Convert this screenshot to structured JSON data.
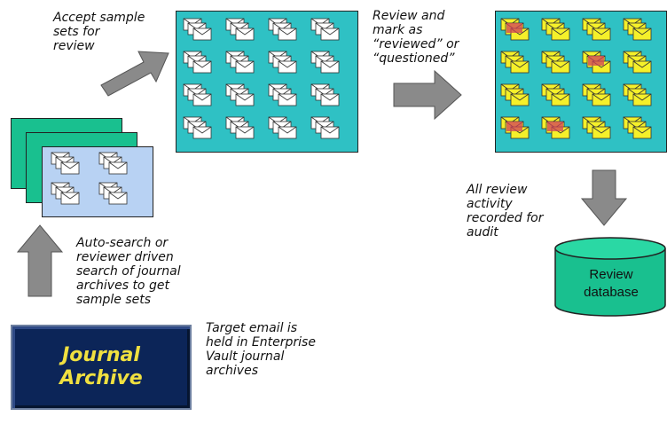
{
  "notes": {
    "accept": "Accept sample\nsets for\nreview",
    "review": "Review and\nmark as\n“reviewed” or\n“questioned”",
    "recorded": "All review\nactivity\nrecorded for\naudit",
    "search": "Auto-search or\nreviewer driven\nsearch of journal\narchives to get\nsample sets",
    "target": "Target email is\nheld in Enterprise\nVault journal\narchives"
  },
  "archive": {
    "line1": "Journal",
    "line2": "Archive"
  },
  "database": {
    "line1": "Review",
    "line2": "database"
  },
  "colors": {
    "teal": "#2fc1c4",
    "green": "#19c08f",
    "light_blue": "#b8d2f3",
    "archive_navy": "#0c2558",
    "archive_text": "#f0e040",
    "envelope_white": "#ffffff",
    "envelope_yellow": "#f5f02a",
    "flag_red": "#d0405a",
    "arrow_gray": "#8a8a8a"
  },
  "icons": {
    "envelope": "envelope-stack-icon",
    "flag": "questioned-flag-icon",
    "arrow": "flow-arrow-icon",
    "database": "database-cylinder-icon"
  }
}
